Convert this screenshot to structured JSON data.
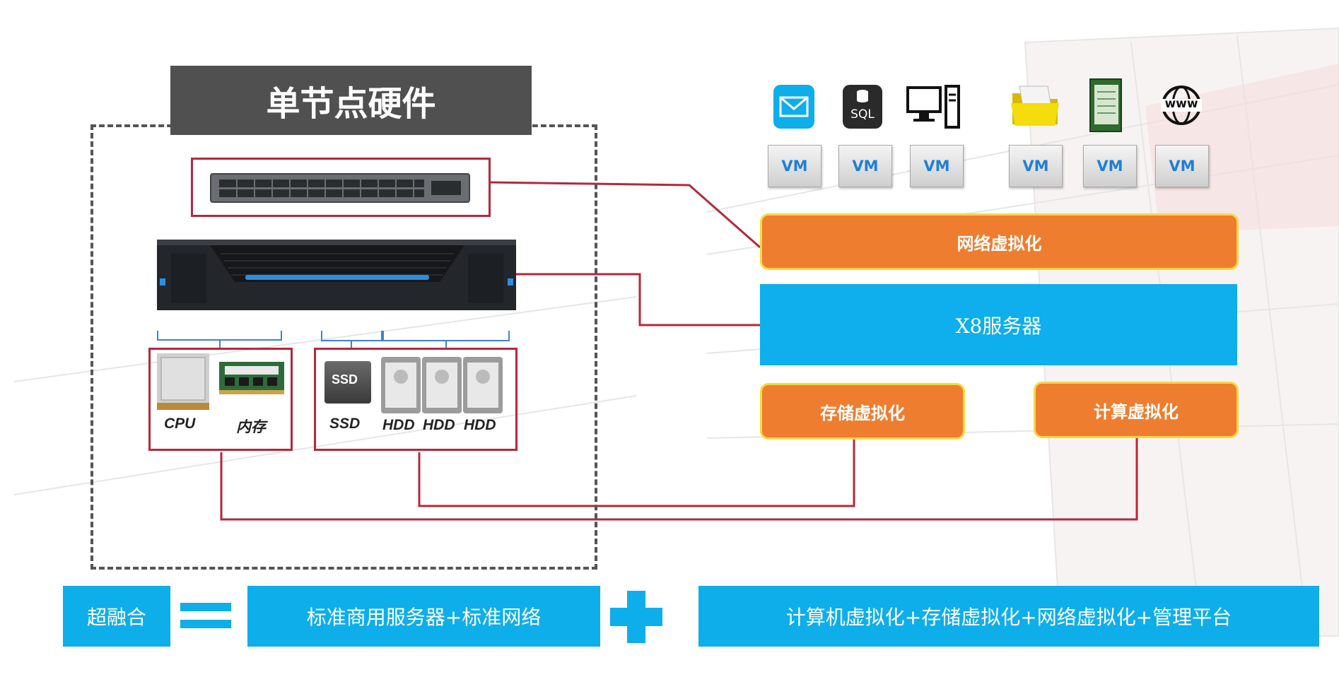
{
  "hardware": {
    "title": "单节点硬件",
    "labels": {
      "cpu": "CPU",
      "memory": "内存",
      "ssd": "SSD",
      "hdd": [
        "HDD",
        "HDD",
        "HDD"
      ],
      "ssd_drive_text": "SSD"
    }
  },
  "virtual": {
    "app_icons": [
      "mail-icon",
      "sql-database-icon",
      "computer-icon",
      "folder-icon",
      "book-icon",
      "www-globe-icon"
    ],
    "sql_icon_text": "SQL",
    "www_icon_text": "www",
    "vms": [
      "VM",
      "VM",
      "VM",
      "VM",
      "VM",
      "VM"
    ],
    "network_virtualization": "网络虚拟化",
    "server_layer": "X8服务器",
    "storage_virtualization": "存储虚拟化",
    "compute_virtualization": "计算虚拟化"
  },
  "equation": {
    "left": "超融合",
    "hardware_part": "标准商用服务器+标准网络",
    "software_part": "计算机虚拟化+存储虚拟化+网络虚拟化+管理平台"
  },
  "colors": {
    "orange": "#ee7d2f",
    "blue": "#0faeec",
    "red_line": "#b5283b",
    "dark_gray": "#505050",
    "vm_text": "#1f7fd6"
  }
}
